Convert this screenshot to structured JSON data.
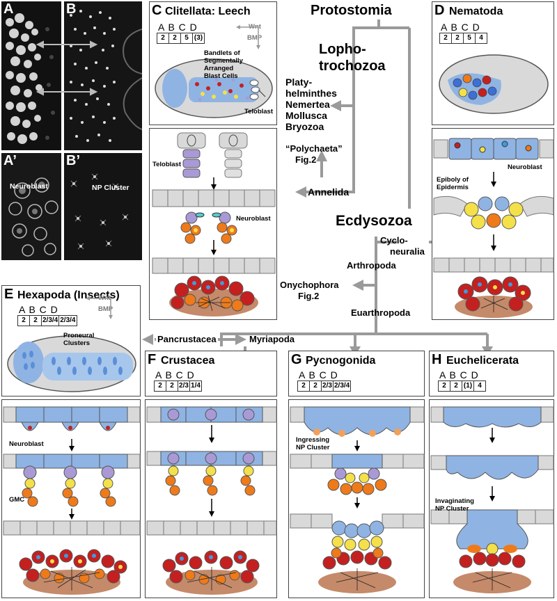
{
  "micro": {
    "A": "A",
    "B": "B",
    "A2": "A’",
    "B2": "B’",
    "neuroblast": "Neuroblast",
    "np_cluster": "NP Cluster"
  },
  "tree": {
    "protostomia": "Protostomia",
    "lopho1": "Lopho-",
    "lopho2": "trochozoa",
    "platy": "Platy-",
    "helminthes": "helminthes",
    "nemertea": "Nemertea",
    "mollusca": "Mollusca",
    "bryozoa": "Bryozoa",
    "polychaeta": "“Polychaeta”",
    "fig2a": "Fig.2",
    "annelida": "Annelida",
    "ecdysozoa": "Ecdysozoa",
    "cyclo1": "Cyclo-",
    "cyclo2": "neuralia",
    "arthropoda": "Arthropoda",
    "onychophora": "Onychophora",
    "fig2b": "Fig.2",
    "euarthropoda": "Euarthropoda",
    "pancrustacea": "Pancrustacea",
    "myriapoda": "Myriapoda"
  },
  "abcd_letters": "A B C D",
  "wnt": "Wnt",
  "bmp": "BMP",
  "panels": {
    "C": {
      "label": "C",
      "title": "Clitellata: Leech",
      "values": [
        "2",
        "2",
        "5",
        "(3)"
      ],
      "bandlets": [
        "Bandlets of",
        "Segmentally",
        "Arranged",
        "Blast Cells"
      ],
      "teloblast": "Teloblast",
      "teloblast2": "Teloblast",
      "neuroblast": "Neuroblast"
    },
    "D": {
      "label": "D",
      "title": "Nematoda",
      "values": [
        "2",
        "2",
        "5",
        "4"
      ],
      "neuroblast": "Neuroblast",
      "epiboly1": "Epiboly of",
      "epiboly2": "Epidermis"
    },
    "E": {
      "label": "E",
      "title": "Hexapoda (Insects)",
      "values": [
        "2",
        "2",
        "2/3/4",
        "2/3/4"
      ],
      "proneural1": "Proneural",
      "proneural2": "Clusters",
      "neuroblast": "Neuroblast",
      "gmc": "GMC"
    },
    "F": {
      "label": "F",
      "title": "Crustacea",
      "values": [
        "2",
        "2",
        "2/3",
        "1/4"
      ]
    },
    "G": {
      "label": "G",
      "title": "Pycnogonida",
      "values": [
        "2",
        "2",
        "2/3",
        "2/3/4"
      ],
      "ingress1": "Ingressing",
      "ingress2": "NP Cluster"
    },
    "H": {
      "label": "H",
      "title": "Euchelicerata",
      "values": [
        "2",
        "2",
        "(1)",
        "4"
      ],
      "invag1": "Invaginating",
      "invag2": "NP Cluster"
    }
  },
  "colors": {
    "embryo": "#d9d9d9",
    "neural_blue": "#8fb4e3",
    "light_blue": "#c5d8f0",
    "dark_red": "#c42020",
    "orange": "#ef7a1a",
    "yellow": "#f4e04a",
    "lavender": "#a99ad6",
    "brown": "#c48a6a",
    "arrow_grey": "#9a9a9a"
  }
}
